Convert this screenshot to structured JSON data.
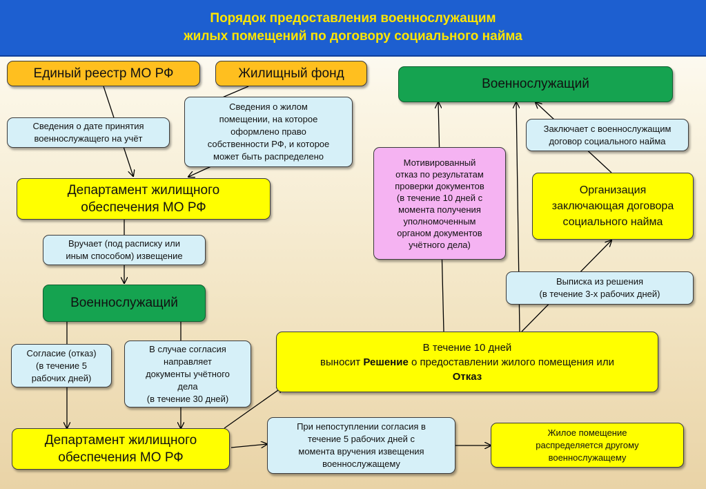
{
  "title": {
    "line1": "Порядок предоставления военнослужащим",
    "line2": "жилых помещений по договору социального найма"
  },
  "boxes": {
    "registry": "Единый реестр МО РФ",
    "housing_fund": "Жилищный фонд",
    "servicemember_top": "Военнослужащий",
    "info_date": {
      "line1": "Сведения о дате принятия",
      "line2": "военнослужащего на учёт"
    },
    "info_housing": {
      "line1": "Сведения о жилом",
      "line2": "помещении, на которое",
      "line3": "оформлено право",
      "line4": "собственности РФ, и которое",
      "line5": "может быть распределено"
    },
    "contract": {
      "line1": "Заключает с военнослужащим",
      "line2": "договор социального найма"
    },
    "refusal": {
      "line1": "Мотивированный",
      "line2": "отказ по результатам",
      "line3": "проверки документов",
      "line4": "(в течение 10 дней с",
      "line5": "момента получения",
      "line6": "уполномоченным",
      "line7": "органом документов",
      "line8": "учётного дела)"
    },
    "department_1": {
      "line1": "Департамент жилищного",
      "line2": "обеспечения МО РФ"
    },
    "organization": {
      "line1": "Организация",
      "line2": "заключающая договора",
      "line3": "социального найма"
    },
    "notice": {
      "line1": "Вручает (под расписку или",
      "line2": "иным способом) извещение"
    },
    "extract": {
      "line1": "Выписка из решения",
      "line2": "(в течение 3-х рабочих дней)"
    },
    "servicemember_mid": "Военнослужащий",
    "consent": {
      "line1": "Согласие (отказ)",
      "line2": "(в течение 5",
      "line3": "рабочих дней)"
    },
    "send_docs": {
      "line1": "В случае согласия",
      "line2": "направляет",
      "line3": "документы учётного",
      "line4": "дела",
      "line5": "(в течение 30 дней)"
    },
    "decision": {
      "line1": "В течение 10 дней",
      "line2_prefix": "выносит ",
      "line2_bold": "Решение",
      "line2_suffix": " о предоставлении жилого помещения или",
      "line3_bold": "Отказ"
    },
    "department_2": {
      "line1": "Департамент жилищного",
      "line2": "обеспечения МО РФ"
    },
    "no_consent": {
      "line1": "При непоступлении согласия в",
      "line2": "течение 5 рабочих дней с",
      "line3": "момента вручения извещения",
      "line4": "военнослужащему"
    },
    "redistribute": {
      "line1": "Жилое помещение",
      "line2": "распределяется другому",
      "line3": "военнослужащему"
    }
  },
  "colors": {
    "header_bg": "#1d5fd0",
    "header_text": "#ffe600",
    "orange": "#ffbf1f",
    "green": "#15a350",
    "yellow": "#ffff00",
    "cyan": "#d6f0f8",
    "pink": "#f5b3f2"
  }
}
